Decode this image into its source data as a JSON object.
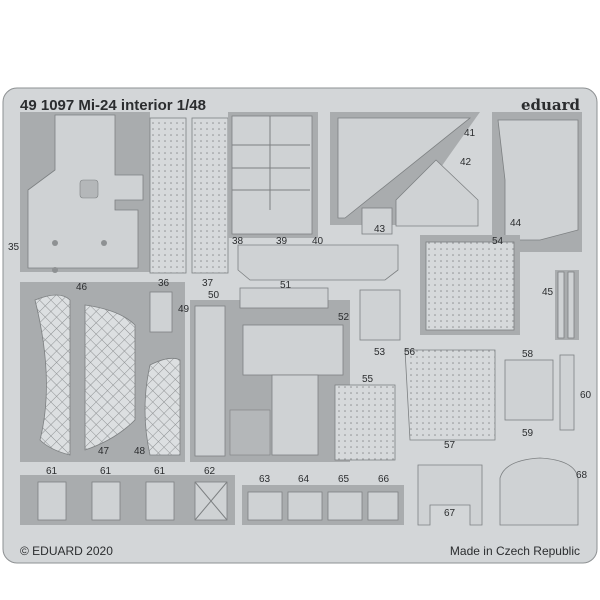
{
  "header": {
    "title": "49 1097  Mi-24 interior    1/48",
    "brand_logo": "eduard"
  },
  "footer": {
    "copyright": "© EDUARD 2020",
    "origin": "Made in Czech Republic"
  },
  "part_numbers": [
    "35",
    "36",
    "37",
    "38",
    "39",
    "40",
    "41",
    "42",
    "43",
    "44",
    "45",
    "46",
    "47",
    "48",
    "49",
    "50",
    "51",
    "52",
    "53",
    "54",
    "55",
    "56",
    "57",
    "58",
    "59",
    "60",
    "61",
    "61",
    "61",
    "62",
    "63",
    "64",
    "65",
    "66",
    "67",
    "68"
  ],
  "colors": {
    "fret": "#d3d6d8",
    "runner": "#a9acae",
    "text": "#2b2d2f"
  }
}
